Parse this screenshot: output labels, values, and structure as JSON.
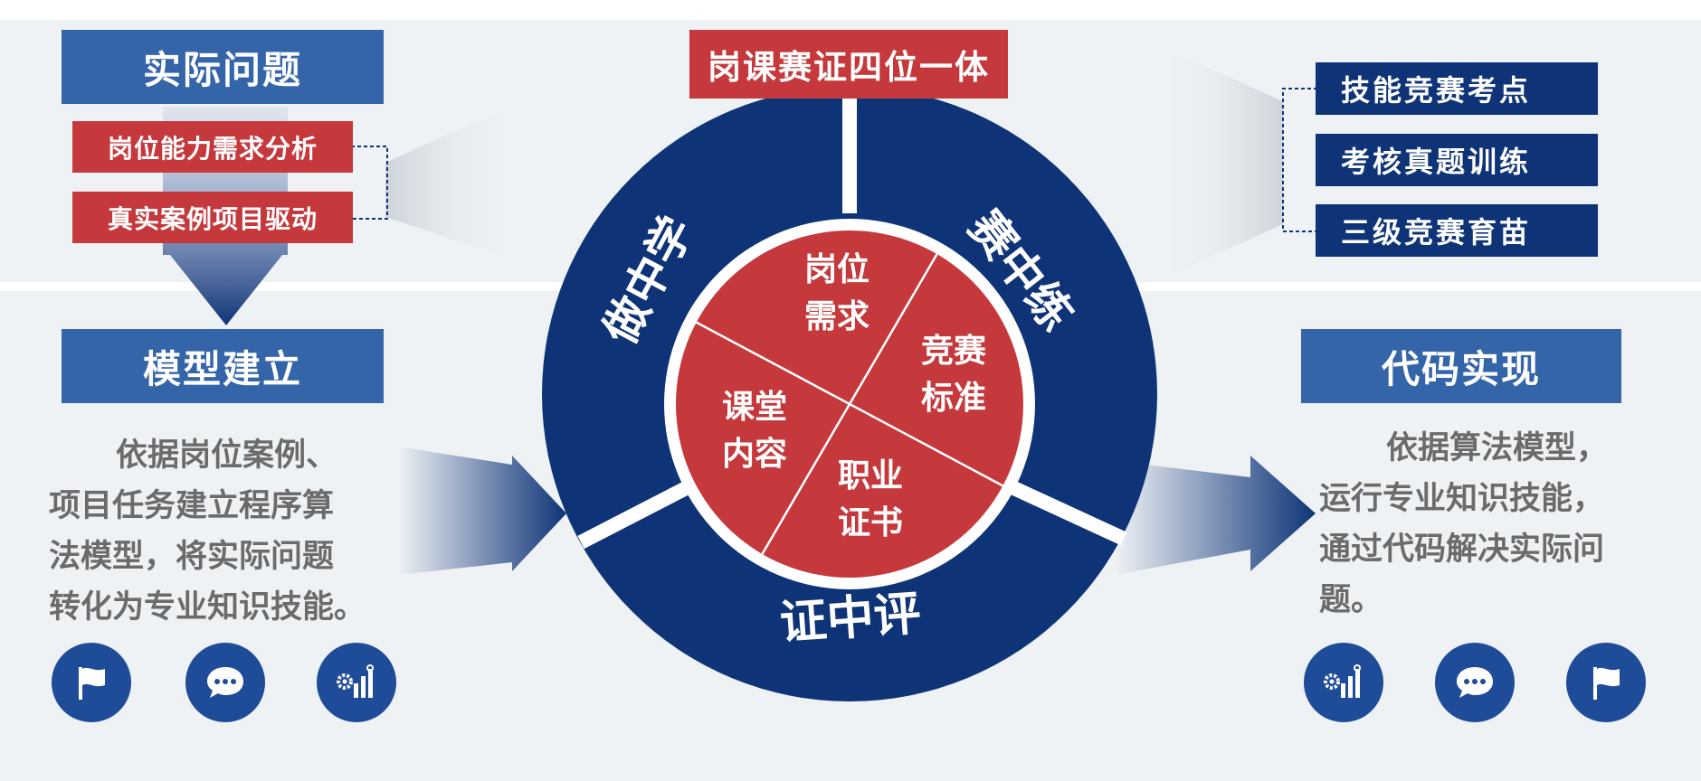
{
  "top_title": "岗课赛证四位一体",
  "left": {
    "title1": "实际问题",
    "tags": [
      "岗位能力需求分析",
      "真实案例项目驱动"
    ],
    "title2": "模型建立",
    "paragraph": [
      "依据岗位案例、",
      "项目任务建立程序算",
      "法模型，将实际问题",
      "转化为专业知识技能。"
    ]
  },
  "right": {
    "tags": [
      "技能竞赛考点",
      "考核真题训练",
      "三级竞赛育苗"
    ],
    "title": "代码实现",
    "paragraph": [
      "依据算法模型，",
      "运行专业知识技能，",
      "通过代码解决实际问",
      "题。"
    ]
  },
  "ring": {
    "left": "做中学",
    "right": "赛中练",
    "bottom": "证中评"
  },
  "pie": {
    "top": [
      "岗位",
      "需求"
    ],
    "right": [
      "竞赛",
      "标准"
    ],
    "bottom": [
      "职业",
      "证书"
    ],
    "left": [
      "课堂",
      "内容"
    ]
  },
  "icons_left": [
    "flag-icon",
    "chat-icon",
    "gear-chart-icon"
  ],
  "icons_right": [
    "gear-chart-icon",
    "chat-icon",
    "flag-icon"
  ],
  "colors": {
    "navy": "#0e3477",
    "red": "#c5393c",
    "blue": "#3465a9",
    "icon_blue": "#1e4c98",
    "panel": "#eff2f5"
  }
}
